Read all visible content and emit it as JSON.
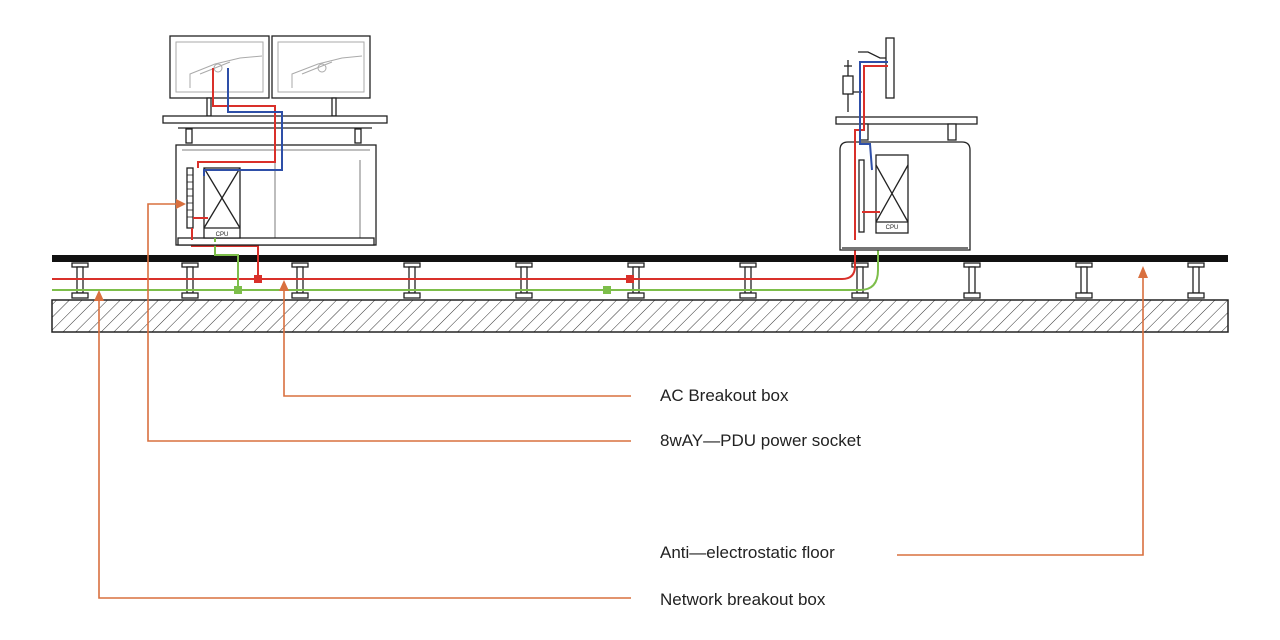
{
  "callouts": {
    "ac_breakout": "AC Breakout box",
    "pdu_socket": "8wAY—PDU power socket",
    "floor": "Anti—electrostatic floor",
    "network_breakout": "Network breakout box"
  },
  "labels": {
    "cpu_left": "CPU",
    "cpu_right": "CPU"
  },
  "colors": {
    "leader": "#D9703F",
    "power_cable": "#D9302A",
    "network_cable": "#7DBE4A",
    "data_cable": "#2E4FA8",
    "structure": "#222222",
    "light_line": "#9A9A9A"
  }
}
